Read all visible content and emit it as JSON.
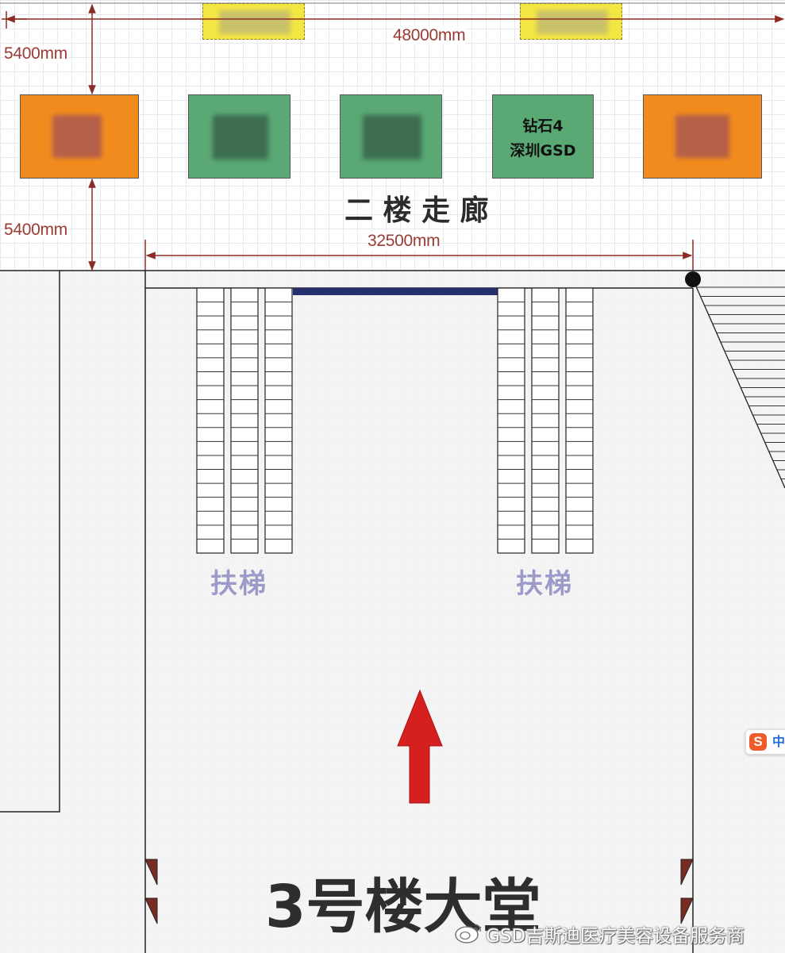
{
  "dimensions": {
    "overall_width": "48000mm",
    "top_gap": "5400mm",
    "bottom_gap": "5400mm",
    "lobby_width": "32500mm"
  },
  "booths": [
    {
      "color": "orange",
      "label_lines": []
    },
    {
      "color": "green",
      "label_lines": []
    },
    {
      "color": "green",
      "label_lines": []
    },
    {
      "color": "green",
      "label_lines": [
        "钻石4",
        "深圳GSD"
      ]
    },
    {
      "color": "orange",
      "label_lines": []
    }
  ],
  "corridor_label": "二 楼 走 廊",
  "escalator_label": "扶梯",
  "lobby_label": "3号楼大堂",
  "watermark": "GSD吉斯迪医疗美容设备服务商",
  "ime_badge": {
    "logo": "S",
    "text": "中"
  },
  "colors": {
    "orange_booth": "#f28b1e",
    "green_booth": "#5aa874",
    "dimension_line": "#8b2c24",
    "arrow": "#d61f1f",
    "escalator_text": "#9c9ac9",
    "blue_bar": "#27306e"
  }
}
